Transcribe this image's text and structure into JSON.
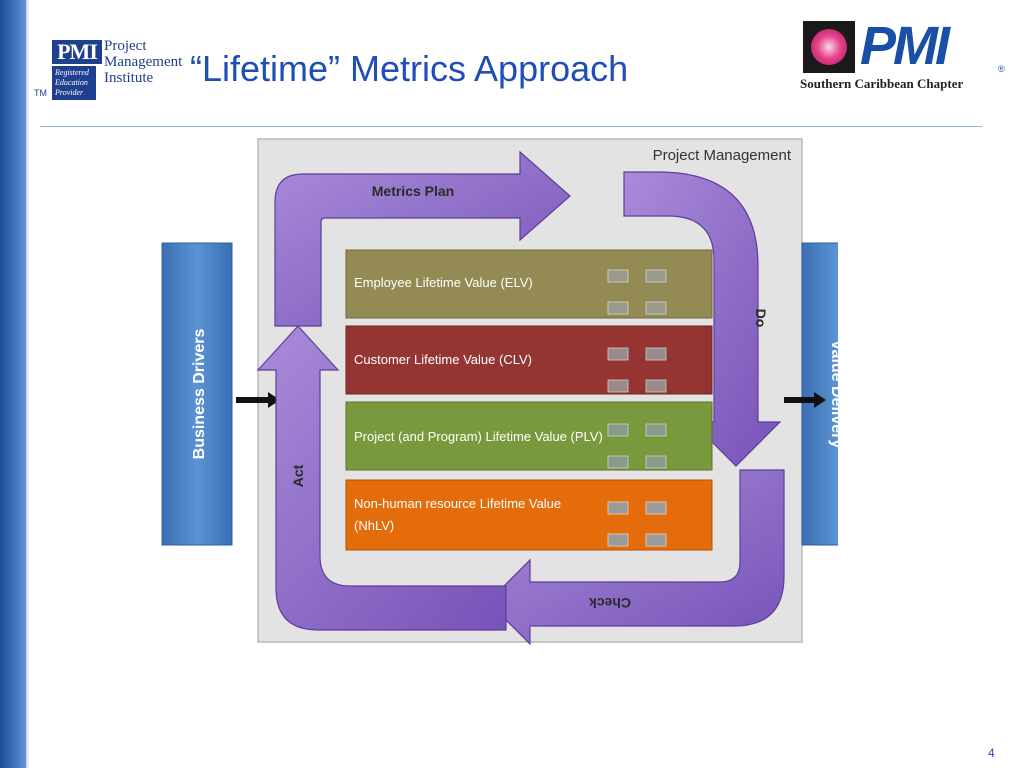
{
  "header": {
    "title": "“Lifetime” Metrics Approach",
    "left_logo": {
      "mark": "PMI",
      "name_lines": [
        "Project",
        "Management",
        "Institute"
      ],
      "rep_lines": [
        "Registered",
        "Education",
        "Provider"
      ],
      "tm": "TM"
    },
    "right_logo": {
      "mark": "PMI",
      "reg": "®",
      "chapter": "Southern Caribbean Chapter"
    }
  },
  "diagram": {
    "frame_label": "Project Management",
    "left_bar": "Business Drivers",
    "right_bar": "Value Delivery",
    "arrows": {
      "top": "Metrics Plan",
      "right": "Do",
      "bottom": "Check",
      "left": "Act"
    },
    "bands": [
      {
        "label_lines": [
          "Employee Lifetime Value (ELV)"
        ],
        "color": "#938a54"
      },
      {
        "label_lines": [
          "Customer Lifetime Value (CLV)"
        ],
        "color": "#953533"
      },
      {
        "label_lines": [
          "Project (and Program) Lifetime Value (PLV)"
        ],
        "color": "#789a3c"
      },
      {
        "label_lines": [
          "Non-human resource  Lifetime Value",
          "(NhLV)"
        ],
        "color": "#e46c0a"
      }
    ],
    "colors": {
      "arrow": "#8e6bc9",
      "bar": "#4f86c6",
      "frame": "#e3e3e3"
    }
  },
  "page_number": "4"
}
